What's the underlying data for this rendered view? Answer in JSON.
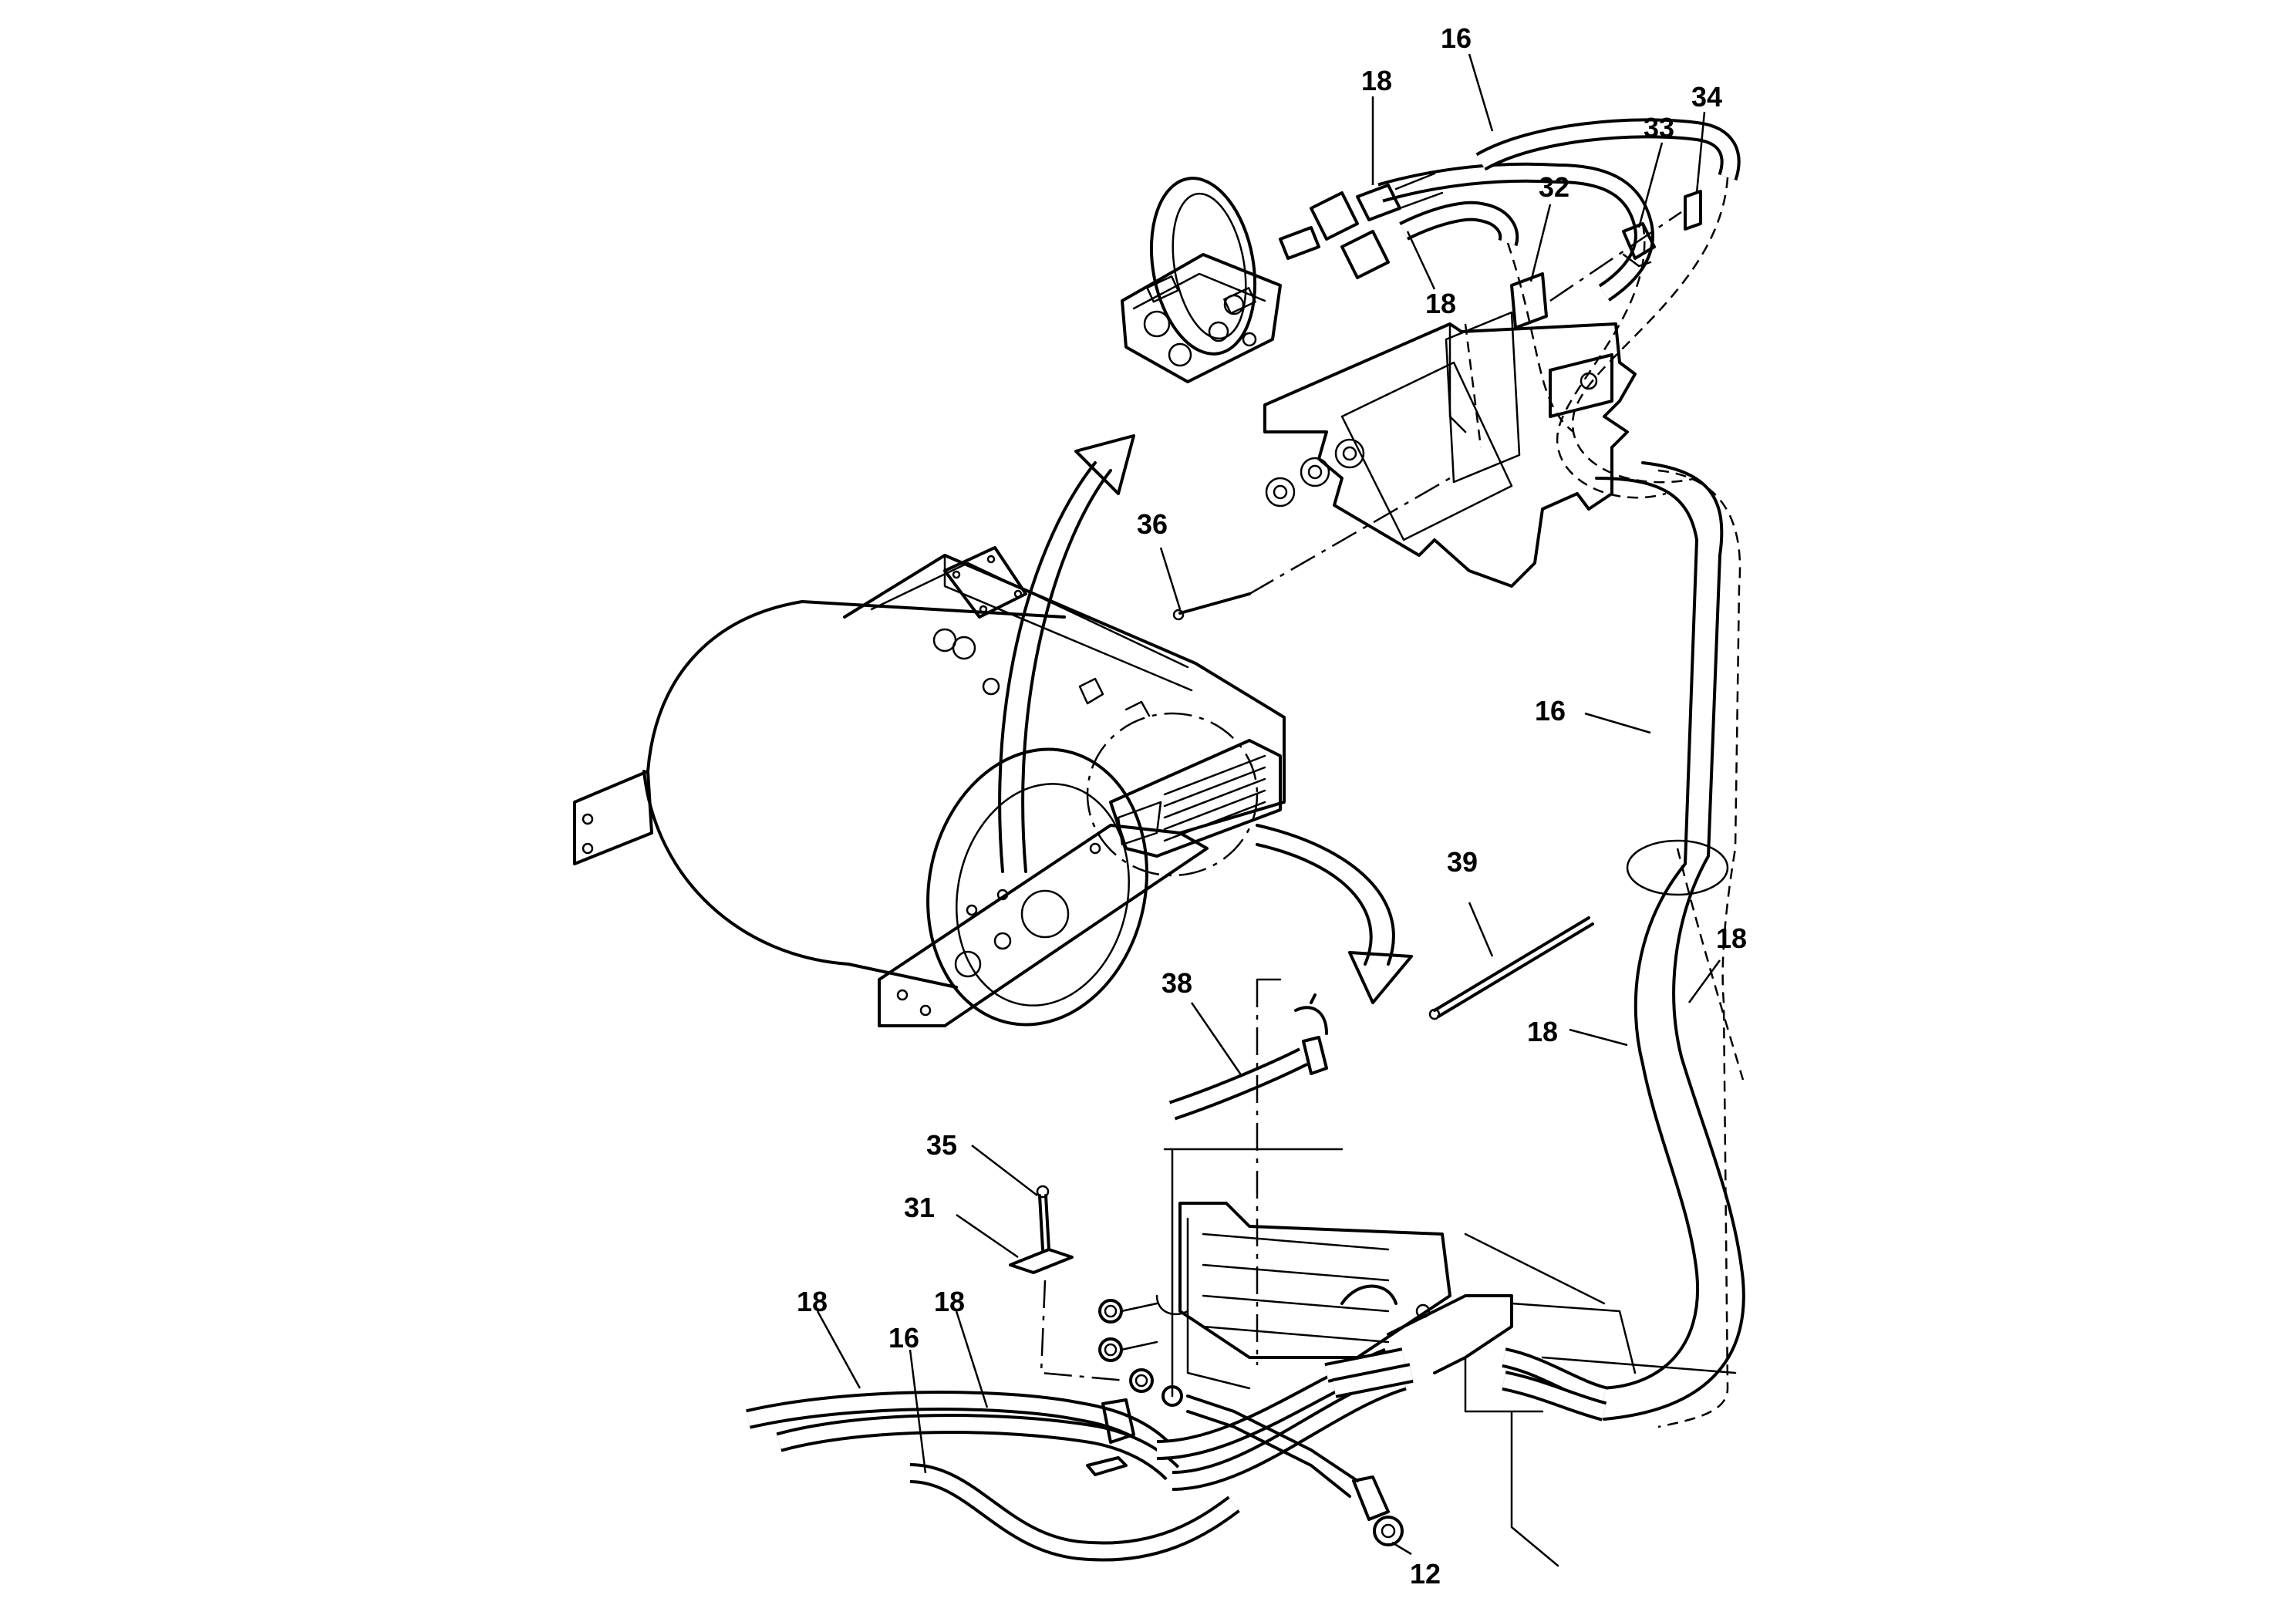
{
  "callouts": {
    "c16_top": "16",
    "c18_top": "18",
    "c18_mid": "18",
    "c33": "33",
    "c34": "34",
    "c32": "32",
    "c36": "36",
    "c16_right": "16",
    "c39": "39",
    "c18_right_a": "18",
    "c18_right_b": "18",
    "c38": "38",
    "c35": "35",
    "c31": "31",
    "c18_bl_a": "18",
    "c18_bl_b": "18",
    "c16_bl": "16",
    "c12": "12"
  }
}
